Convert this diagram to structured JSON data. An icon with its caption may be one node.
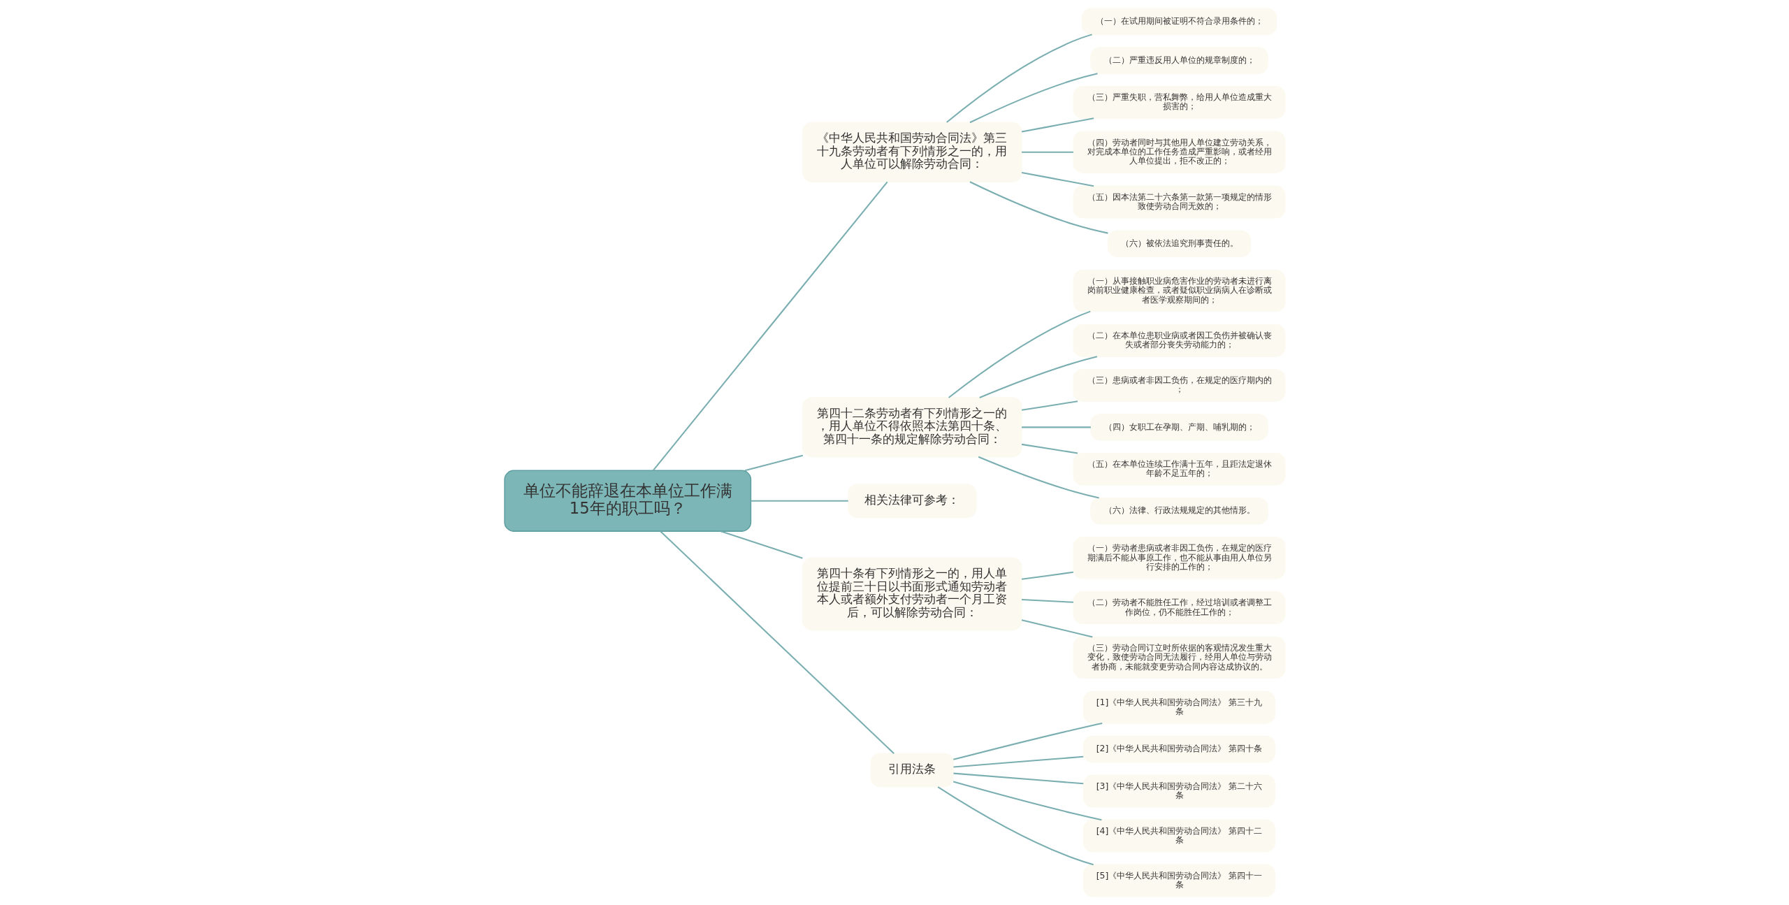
{
  "diagram": {
    "nodes": [
      {
        "text": [
          "单位不能辞退在本单位工作满15年的职工吗？"
        ]
      },
      {
        "text": [
          "《中华人民共和国劳动合同法》第三十九条劳动者有下列情形之一的，用人单位可以解除劳动合同："
        ]
      },
      {
        "text": [
          "（一）在试用期间被证明不符合录用条件的；"
        ]
      },
      {
        "text": [
          "（二）严重违反用人单位的规章制度的；"
        ]
      },
      {
        "text": [
          "（三）严重失职，营私舞弊，给用人单位造成重大损害的；"
        ]
      },
      {
        "text": [
          "（四）劳动者同时与其他用人单位建立劳动关系，对完成本单位的工作任务造成严重影响，或者经用人单位提出，拒不改正的；"
        ]
      },
      {
        "text": [
          "（五）因本法第二十六条第一款第一项规定的情形致使劳动合同无效的；"
        ]
      },
      {
        "text": [
          "（六）被依法追究刑事责任的。"
        ]
      },
      {
        "text": [
          "第四十二条劳动者有下列情形之一的，用人单位不得依照本法第四十条、第四十一条的规定解除劳动合同："
        ]
      },
      {
        "text": [
          "（一）从事接触职业病危害作业的劳动者未进行离岗前职业健康检查，或者疑似职业病病人在诊断或者医学观察期间的；"
        ]
      },
      {
        "text": [
          "（二）在本单位患职业病或者因工负伤并被确认丧失或者部分丧失劳动能力的；"
        ]
      },
      {
        "text": [
          "（三）患病或者非因工负伤，在规定的医疗期内的；"
        ]
      },
      {
        "text": [
          "（四）女职工在孕期、产期、哺乳期的；"
        ]
      },
      {
        "text": [
          "（五）在本单位连续工作满十五年，且距法定退休年龄不足五年的；"
        ]
      },
      {
        "text": [
          "（六）法律、行政法规规定的其他情形。"
        ]
      },
      {
        "text": [
          "相关法律可参考："
        ]
      },
      {
        "text": [
          "第四十条有下列情形之一的，用人单位提前三十日以书面形式通知劳动者本人或者额外支付劳动者一个月工资后，可以解除劳动合同："
        ]
      },
      {
        "text": [
          "（一）劳动者患病或者非因工负伤，在规定的医疗期满后不能从事原工作，也不能从事由用人单位另行安排的工作的；"
        ]
      },
      {
        "text": [
          "（二）劳动者不能胜任工作，经过培训或者调整工作岗位，仍不能胜任工作的；"
        ]
      },
      {
        "text": [
          "（三）劳动合同订立时所依据的客观情况发生重大变化，致使劳动合同无法履行，经用人单位与劳动者协商，未能就变更劳动合同内容达成协议的。"
        ]
      },
      {
        "text": [
          "引用法条"
        ]
      },
      {
        "text": [
          "[1]《中华人民共和国劳动合同法》 第三十九条"
        ]
      },
      {
        "text": [
          "[2]《中华人民共和国劳动合同法》 第四十条"
        ]
      },
      {
        "text": [
          "[3]《中华人民共和国劳动合同法》 第二十六条"
        ]
      },
      {
        "text": [
          "[4]《中华人民共和国劳动合同法》 第四十二条"
        ]
      },
      {
        "text": [
          "[5]《中华人民共和国劳动合同法》 第四十一条"
        ]
      }
    ],
    "edges": [
      {
        "from": 0,
        "to": 1,
        "arrow": "none"
      },
      {
        "from": 1,
        "to": 2,
        "arrow": "none"
      },
      {
        "from": 1,
        "to": 3,
        "arrow": "none"
      },
      {
        "from": 1,
        "to": 4,
        "arrow": "none"
      },
      {
        "from": 1,
        "to": 5,
        "arrow": "none"
      },
      {
        "from": 1,
        "to": 6,
        "arrow": "none"
      },
      {
        "from": 1,
        "to": 7,
        "arrow": "none"
      },
      {
        "from": 0,
        "to": 8,
        "arrow": "none"
      },
      {
        "from": 8,
        "to": 9,
        "arrow": "none"
      },
      {
        "from": 8,
        "to": 10,
        "arrow": "none"
      },
      {
        "from": 8,
        "to": 11,
        "arrow": "none"
      },
      {
        "from": 8,
        "to": 12,
        "arrow": "none"
      },
      {
        "from": 8,
        "to": 13,
        "arrow": "none"
      },
      {
        "from": 8,
        "to": 14,
        "arrow": "none"
      },
      {
        "from": 0,
        "to": 15,
        "arrow": "none"
      },
      {
        "from": 0,
        "to": 16,
        "arrow": "none"
      },
      {
        "from": 16,
        "to": 17,
        "arrow": "none"
      },
      {
        "from": 16,
        "to": 18,
        "arrow": "none"
      },
      {
        "from": 16,
        "to": 19,
        "arrow": "none"
      },
      {
        "from": 0,
        "to": 20,
        "arrow": "none"
      },
      {
        "from": 20,
        "to": 21,
        "arrow": "none"
      },
      {
        "from": 20,
        "to": 22,
        "arrow": "none"
      },
      {
        "from": 20,
        "to": 23,
        "arrow": "none"
      },
      {
        "from": 20,
        "to": 24,
        "arrow": "none"
      },
      {
        "from": 20,
        "to": 25,
        "arrow": "none"
      }
    ]
  }
}
